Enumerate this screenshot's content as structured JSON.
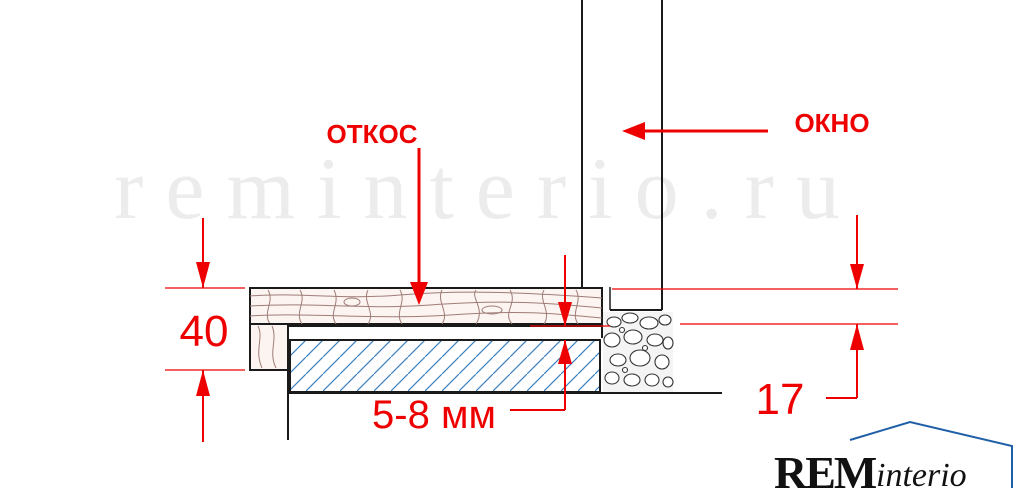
{
  "watermark": {
    "text": "reminterio.ru"
  },
  "labels": {
    "otkos": "ОТКОС",
    "okno": "ОКНО",
    "dim_40": "40",
    "dim_17": "17",
    "gap": "5-8 мм"
  },
  "logo": {
    "rem": "REM",
    "interio": "interio"
  },
  "colors": {
    "annotation": "#ee0000",
    "line": "#1a1a1a",
    "wood": "#fbf4f0",
    "wood_grain": "#a07c78",
    "hatch": "#3a7fc0",
    "logo_roof": "#1f5fa8",
    "watermark": "#ececec"
  }
}
